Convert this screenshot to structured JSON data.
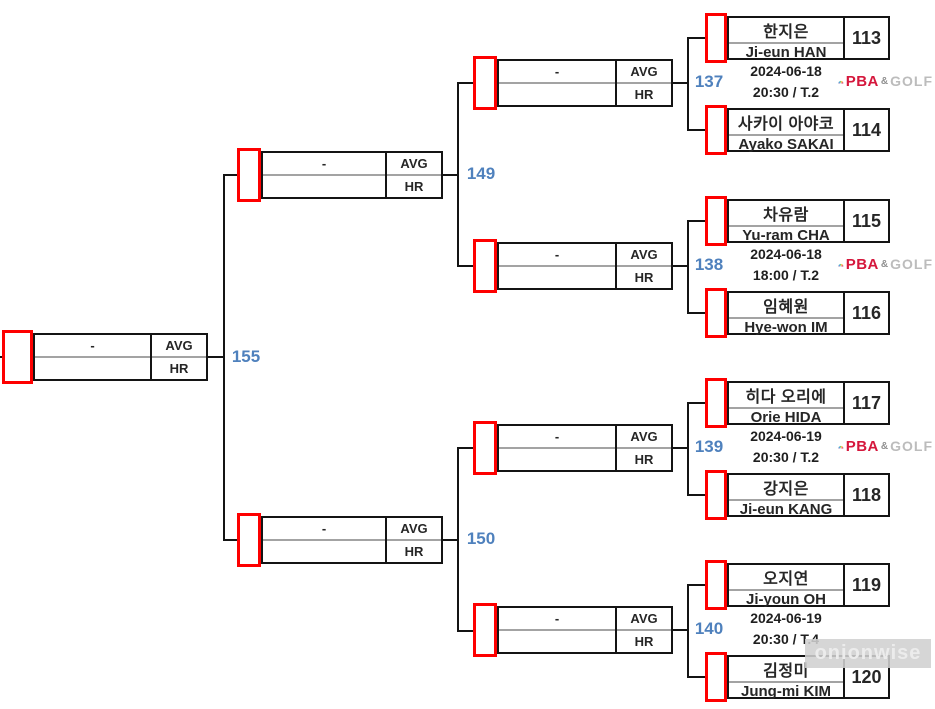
{
  "bracket": {
    "final": {
      "match_no": "155"
    },
    "semifinals": [
      {
        "match_no": "149"
      },
      {
        "match_no": "150"
      }
    ],
    "score_box_labels": {
      "score_placeholder": "-",
      "avg": "AVG",
      "hr": "HR"
    },
    "matches": [
      {
        "match_no": "137",
        "date": "2024-06-18",
        "time": "20:30 / T.2",
        "players": [
          {
            "name_local": "한지은",
            "name_en": "Ji-eun HAN",
            "draw_no": "113"
          },
          {
            "name_local": "사카이 아야코",
            "name_en": "Ayako SAKAI",
            "draw_no": "114"
          }
        ]
      },
      {
        "match_no": "138",
        "date": "2024-06-18",
        "time": "18:00 / T.2",
        "players": [
          {
            "name_local": "차유람",
            "name_en": "Yu-ram CHA",
            "draw_no": "115"
          },
          {
            "name_local": "임혜원",
            "name_en": "Hye-won IM",
            "draw_no": "116"
          }
        ]
      },
      {
        "match_no": "139",
        "date": "2024-06-19",
        "time": "20:30 / T.2",
        "players": [
          {
            "name_local": "히다 오리에",
            "name_en": "Orie HIDA",
            "draw_no": "117"
          },
          {
            "name_local": "강지은",
            "name_en": "Ji-eun KANG",
            "draw_no": "118"
          }
        ]
      },
      {
        "match_no": "140",
        "date": "2024-06-19",
        "time": "20:30 / T.4",
        "players": [
          {
            "name_local": "오지연",
            "name_en": "Ji-youn OH",
            "draw_no": "119"
          },
          {
            "name_local": "김정미",
            "name_en": "Jung-mi KIM",
            "draw_no": "120"
          }
        ]
      }
    ],
    "broadcaster_logo": {
      "brand": "PBA",
      "ampersand": "&",
      "channel": "GOLF"
    },
    "watermark": {
      "text": "onionwise"
    },
    "colors": {
      "match_no_blue": "#4f81bd",
      "bracket_red": "#fe0000",
      "border_black": "#141414",
      "divider_gray": "#a3a3a3",
      "pba_red": "#d5173c",
      "golf_gray": "#bcbcbc"
    }
  }
}
